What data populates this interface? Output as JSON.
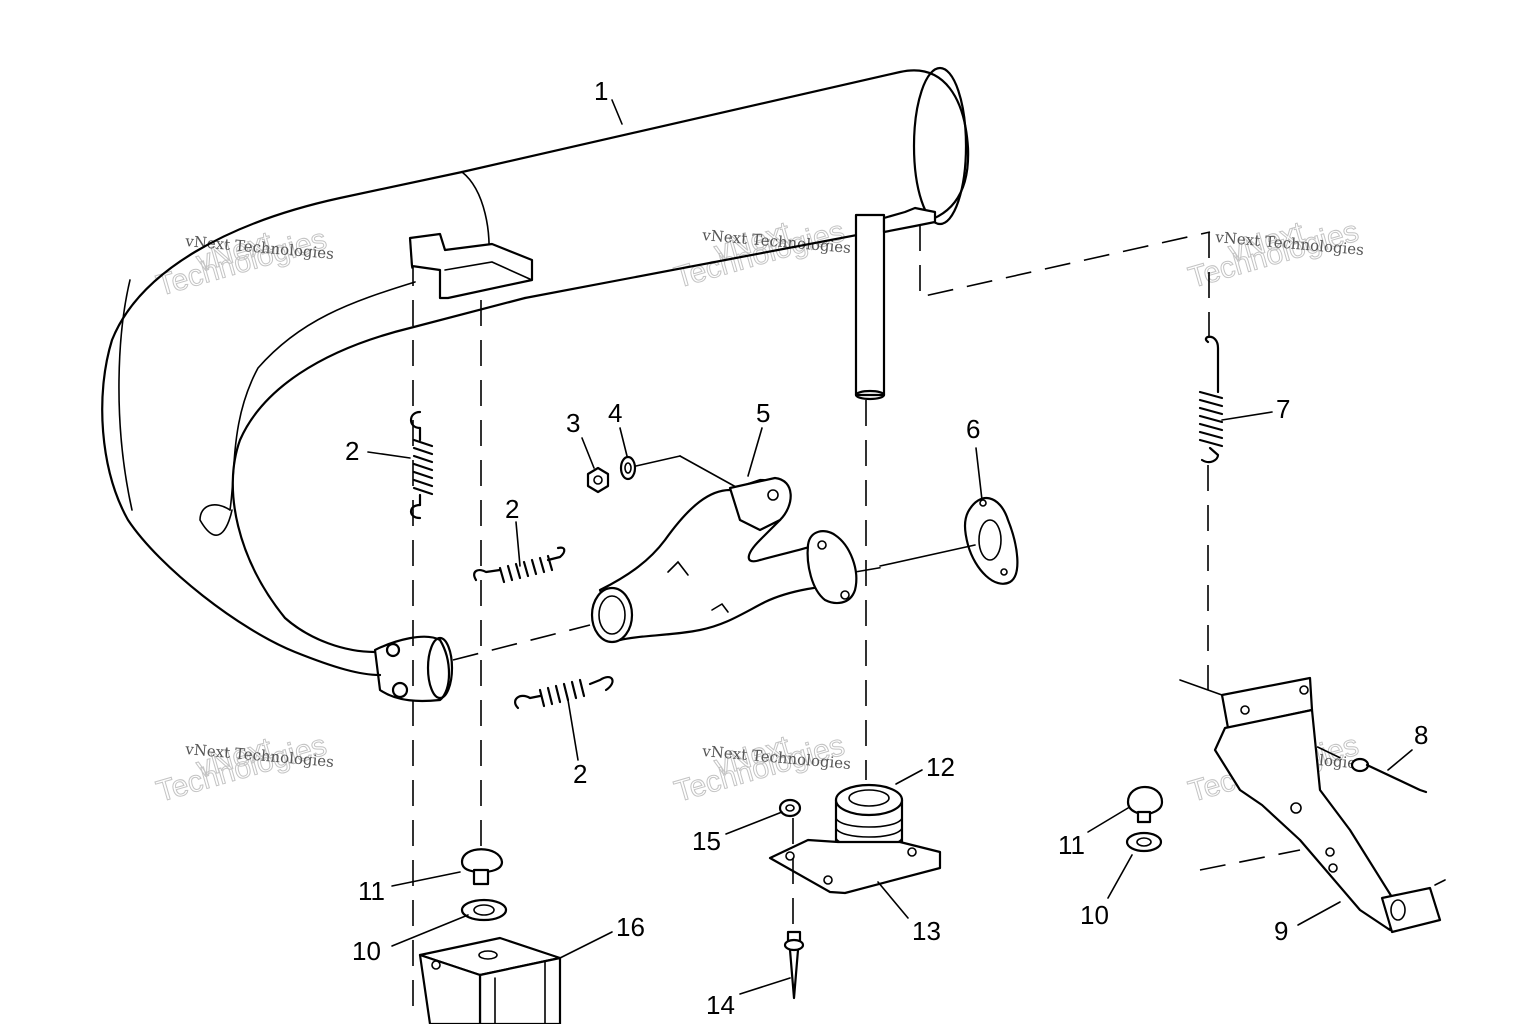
{
  "labels": {
    "l1": "1",
    "l2a": "2",
    "l2b": "2",
    "l2c": "2",
    "l3": "3",
    "l4": "4",
    "l5": "5",
    "l6": "6",
    "l7": "7",
    "l8": "8",
    "l9": "9",
    "l10a": "10",
    "l10b": "10",
    "l11a": "11",
    "l11b": "11",
    "l12": "12",
    "l13": "13",
    "l14": "14",
    "l15": "15",
    "l16": "16"
  },
  "watermark": {
    "line_small": "vNext Technologies",
    "big_top": "vNext",
    "big_bottom": "Technologies"
  },
  "colors": {
    "ink": "#000000",
    "paper": "#ffffff",
    "watermark": "#c4c4c4"
  }
}
